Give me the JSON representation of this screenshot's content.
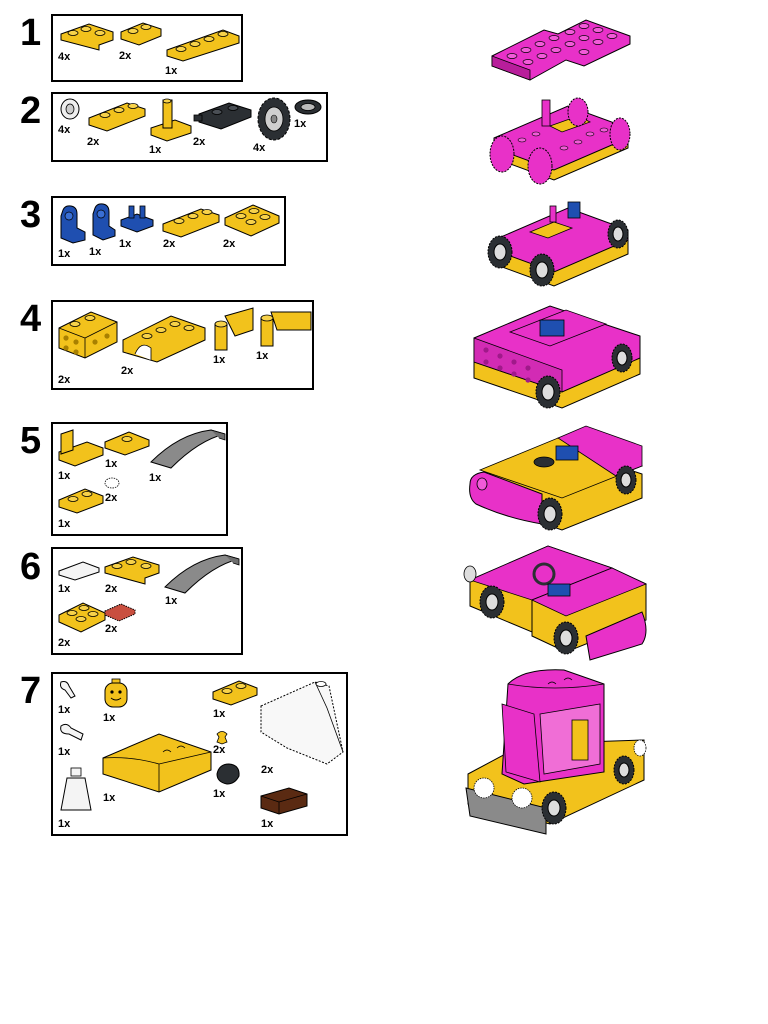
{
  "colors": {
    "yellow": "#f2c21c",
    "magenta": "#e831c8",
    "blue": "#1f4fb0",
    "dark_gray": "#2b2f33",
    "light_gray": "#8a8a8a",
    "white": "#f4f4f4",
    "brown": "#5a2a12",
    "red_grille": "#c94f3f"
  },
  "steps": [
    {
      "number": "1",
      "parts": [
        {
          "icon": "yellow-corner-plate-icon",
          "qty": "4x"
        },
        {
          "icon": "yellow-plate-1x2-icon",
          "qty": "2x"
        },
        {
          "icon": "yellow-plate-1x4-icon",
          "qty": "1x"
        }
      ]
    },
    {
      "number": "2",
      "parts": [
        {
          "icon": "white-wheel-rim-icon",
          "qty": "4x"
        },
        {
          "icon": "yellow-plate-1x2-icon",
          "qty": "2x"
        },
        {
          "icon": "yellow-lever-plate-icon",
          "qty": "1x"
        },
        {
          "icon": "black-wheel-holder-plate-icon",
          "qty": "2x"
        },
        {
          "icon": "black-tire-icon",
          "qty": "4x"
        },
        {
          "icon": "black-steering-wheel-icon",
          "qty": "1x"
        }
      ]
    },
    {
      "number": "3",
      "parts": [
        {
          "icon": "blue-seat-icon",
          "qty": "1x"
        },
        {
          "icon": "blue-seat-icon",
          "qty": "1x"
        },
        {
          "icon": "blue-bracket-icon",
          "qty": "1x"
        },
        {
          "icon": "yellow-plate-1x2-icon",
          "qty": "2x"
        },
        {
          "icon": "yellow-plate-2x2-icon",
          "qty": "2x"
        }
      ]
    },
    {
      "number": "4",
      "parts": [
        {
          "icon": "yellow-brick-modified-icon",
          "qty": "2x"
        },
        {
          "icon": "yellow-wheel-arch-icon",
          "qty": "2x"
        },
        {
          "icon": "yellow-door-panel-icon",
          "qty": "1x"
        },
        {
          "icon": "yellow-door-panel-icon",
          "qty": "1x"
        }
      ]
    },
    {
      "number": "5",
      "parts": [
        {
          "icon": "yellow-bracket-plate-icon",
          "qty": "1x"
        },
        {
          "icon": "yellow-plate-jumper-icon",
          "qty": "1x"
        },
        {
          "icon": "gray-curved-slope-icon",
          "qty": "1x"
        },
        {
          "icon": "yellow-plate-1x2-icon",
          "qty": "1x"
        },
        {
          "icon": "clear-round-tile-icon",
          "qty": "2x"
        }
      ]
    },
    {
      "number": "6",
      "parts": [
        {
          "icon": "white-tile-1x2-icon",
          "qty": "1x"
        },
        {
          "icon": "yellow-corner-plate-icon",
          "qty": "2x"
        },
        {
          "icon": "gray-curved-slope-icon",
          "qty": "1x"
        },
        {
          "icon": "yellow-plate-2x2-icon",
          "qty": "2x"
        },
        {
          "icon": "red-grille-tile-icon",
          "qty": "2x"
        }
      ]
    },
    {
      "number": "7",
      "parts": [
        {
          "icon": "white-arm-icon",
          "qty": "1x"
        },
        {
          "icon": "yellow-minifig-head-icon",
          "qty": "1x"
        },
        {
          "icon": "yellow-plate-1x2-icon",
          "qty": "1x"
        },
        {
          "icon": "white-arm-icon",
          "qty": "1x"
        },
        {
          "icon": "yellow-curved-roof-icon",
          "qty": "1x"
        },
        {
          "icon": "yellow-minifig-hand-icon",
          "qty": "2x"
        },
        {
          "icon": "clear-windscreen-icon",
          "qty": "2x"
        },
        {
          "icon": "white-torso-icon",
          "qty": "1x"
        },
        {
          "icon": "black-hair-icon",
          "qty": "1x"
        },
        {
          "icon": "white-legs-icon",
          "qty": "1x"
        },
        {
          "icon": "brown-suitcase-icon",
          "qty": "1x"
        }
      ]
    }
  ]
}
